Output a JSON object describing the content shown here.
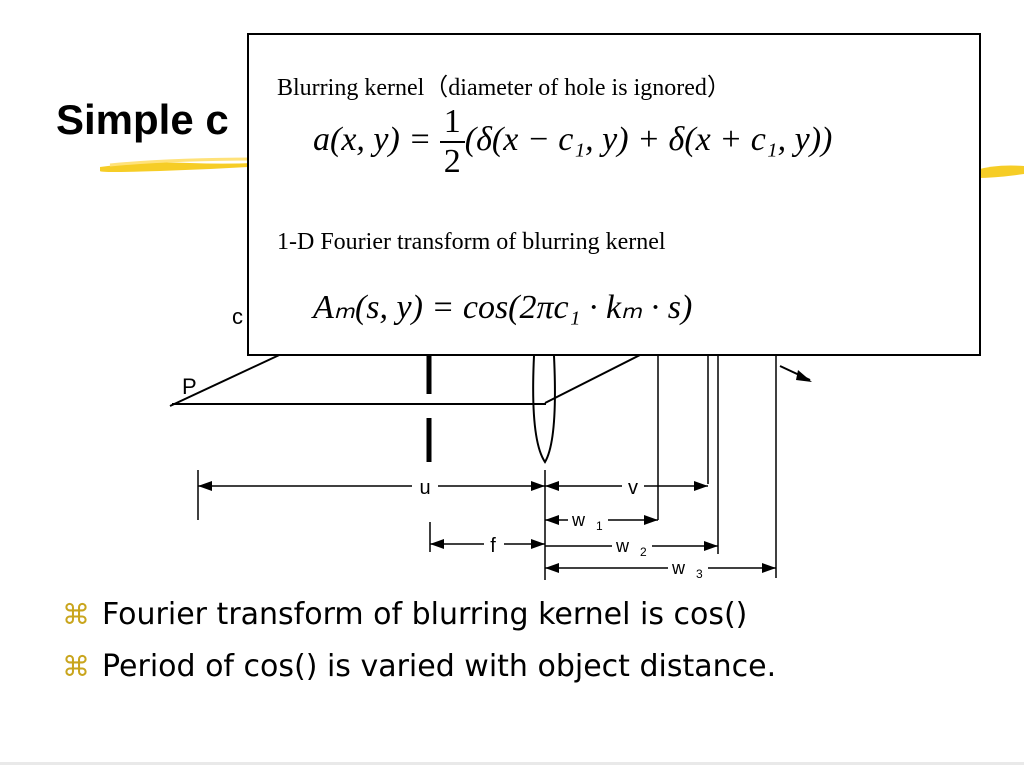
{
  "slide": {
    "title": "Simple c"
  },
  "diagram": {
    "labels": {
      "c": "c",
      "P": "P",
      "u": "u",
      "v": "v",
      "f": "f",
      "w1": "w",
      "w1_sub": "1",
      "w2": "w",
      "w2_sub": "2",
      "w3": "w",
      "w3_sub": "3"
    }
  },
  "box": {
    "line1": "Blurring kernel（diameter of hole is ignored）",
    "line2": "1-D Fourier transform of blurring kernel",
    "eq1": {
      "lhs": "a(x, y) = ",
      "num": "1",
      "den": "2",
      "rhs": "(δ(x − c₁, y) + δ(x + c₁, y))"
    },
    "eq2": "Aₘ(s, y) = cos(2πc₁ · kₘ · s)"
  },
  "bullets": [
    "Fourier transform of blurring kernel is cos()",
    "Period of cos() is varied with object distance."
  ],
  "bullet_icon": "⌘",
  "colors": {
    "accent_yellow": "#f5c400",
    "bullet_icon": "#c9a51d"
  }
}
